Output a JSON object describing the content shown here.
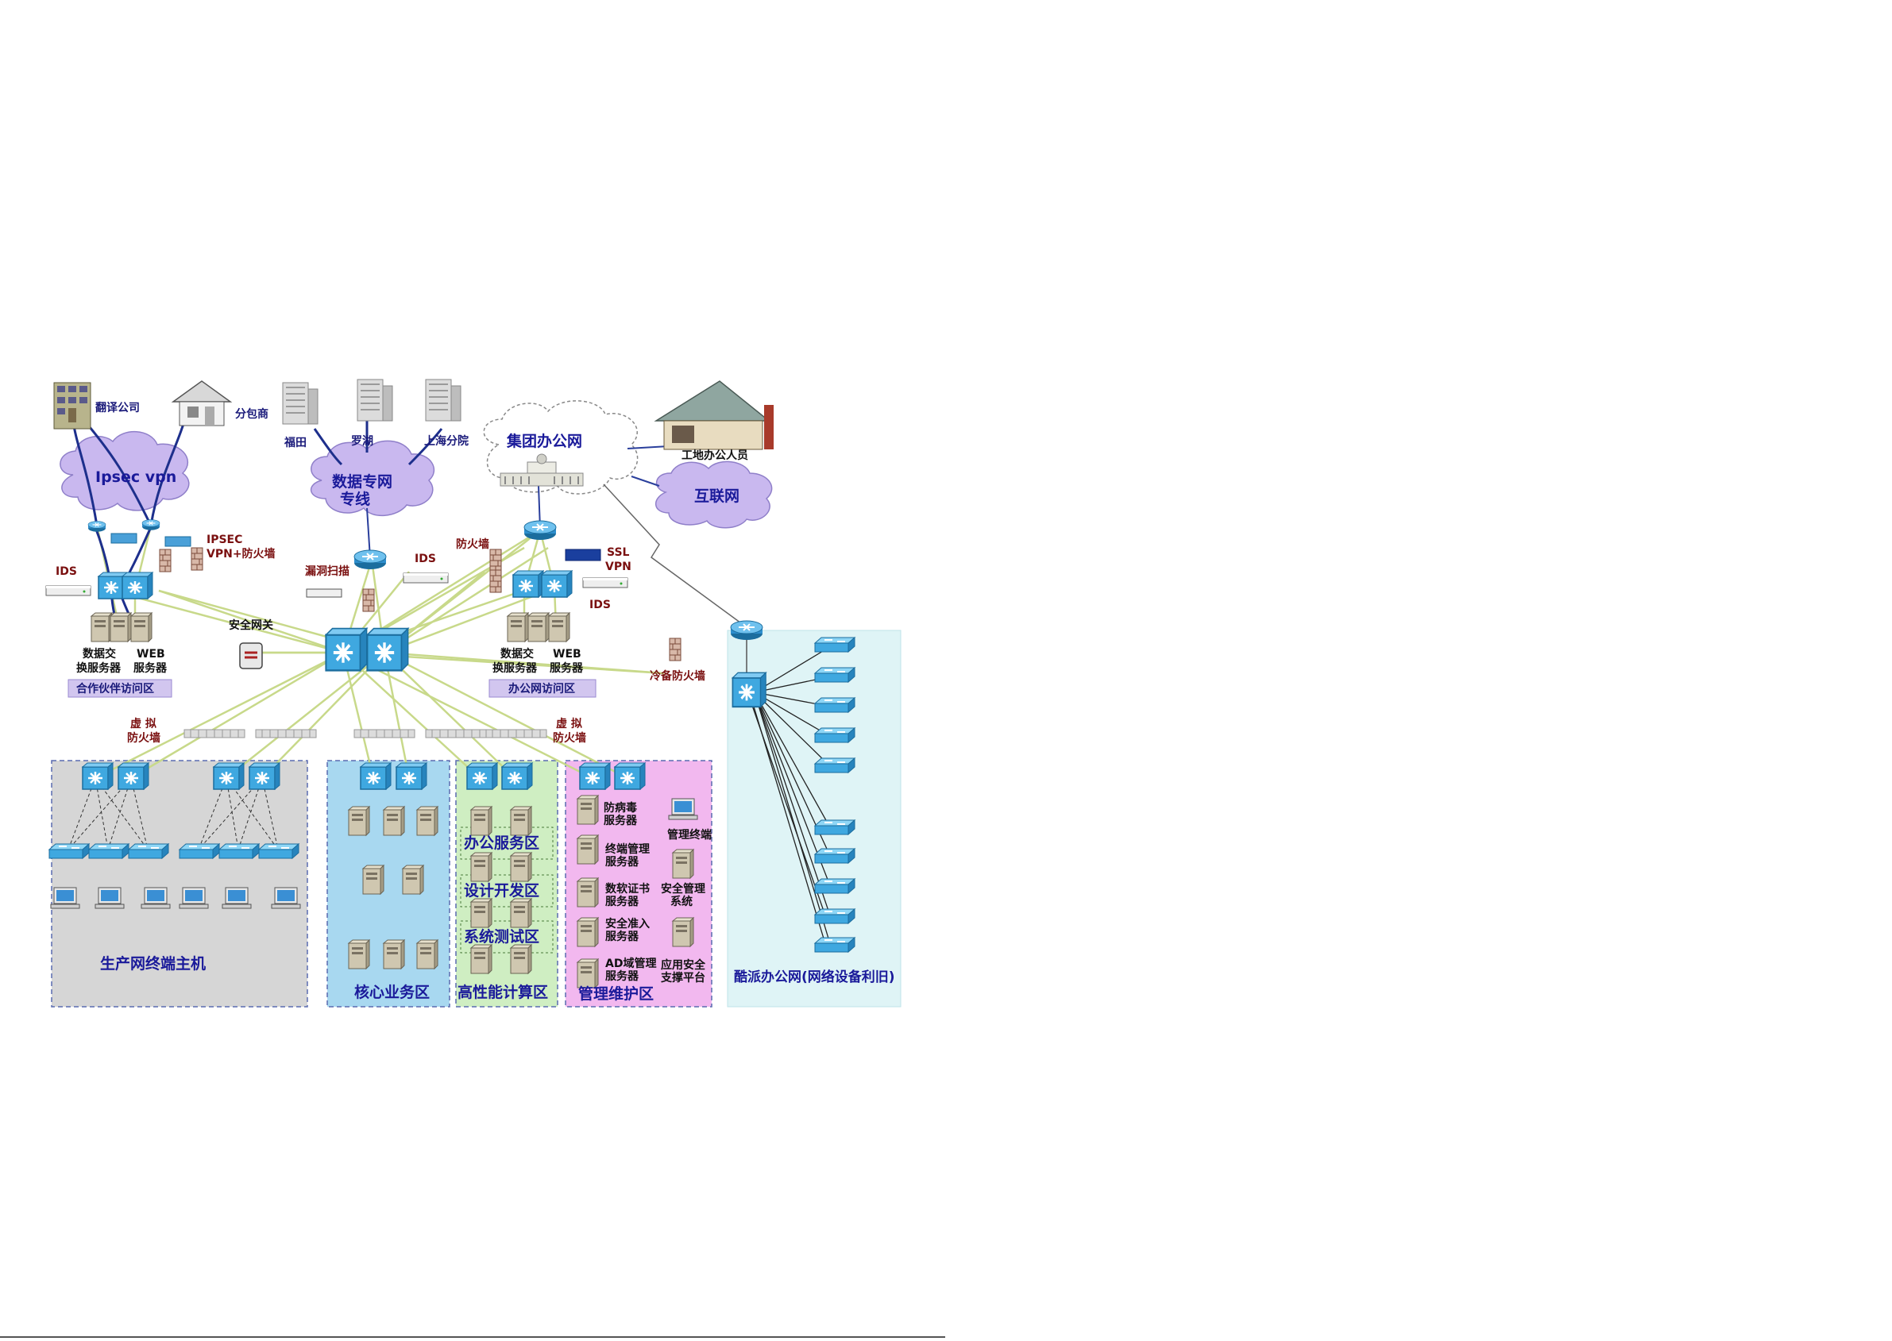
{
  "sites": {
    "translation_company": "翻译公司",
    "subcontractor": "分包商",
    "futian": "福田",
    "luohu": "罗湖",
    "shanghai_branch": "上海分院",
    "site_office_staff": "工地办公人员"
  },
  "clouds": {
    "ipsec_vpn": "Ipsec vpn",
    "data_private_line_1": "数据专网",
    "data_private_line_2": "专线",
    "group_office_net": "集团办公网",
    "internet": "互联网"
  },
  "devices": {
    "ipsec_fw_1": "IPSEC",
    "ipsec_fw_2": "VPN+防火墙",
    "ids_left": "IDS",
    "ids_center": "IDS",
    "ids_right": "IDS",
    "vuln_scan": "漏洞扫描",
    "firewall": "防火墙",
    "ssl_vpn_1": "SSL",
    "ssl_vpn_2": "VPN",
    "security_gateway": "安全网关",
    "cold_standby_fw": "冷备防火墙",
    "virtual_fw_left_1": "虚 拟",
    "virtual_fw_left_2": "防火墙",
    "virtual_fw_right_1": "虚 拟",
    "virtual_fw_right_2": "防火墙",
    "data_exchange_left_1": "数据交",
    "data_exchange_left_2": "换服务器",
    "web_left_1": "WEB",
    "web_left_2": "服务器",
    "data_exchange_right_1": "数据交",
    "data_exchange_right_2": "换服务器",
    "web_right_1": "WEB",
    "web_right_2": "服务器"
  },
  "zones": {
    "partner_access": "合作伙伴访问区",
    "office_access": "办公网访问区",
    "production_terminals": "生产网终端主机",
    "core_business": "核心业务区",
    "hpc": "高性能计算区",
    "hpc_office_service": "办公服务区",
    "hpc_design_dev": "设计开发区",
    "hpc_system_test": "系统测试区",
    "management": "管理维护区",
    "kupai_office": "酷派办公网(网络设备利旧)"
  },
  "management_items": {
    "antivirus_1": "防病毒",
    "antivirus_2": "服务器",
    "terminal_mgmt_1": "终端管理",
    "terminal_mgmt_2": "服务器",
    "digital_cert_1": "数软证书",
    "digital_cert_2": "服务器",
    "security_access_1": "安全准入",
    "security_access_2": "服务器",
    "ad_domain_1": "AD域管理",
    "ad_domain_2": "服务器",
    "mgmt_terminal": "管理终端",
    "security_mgmt_1": "安全管理",
    "security_mgmt_2": "系统",
    "app_security_1": "应用安全",
    "app_security_2": "支撑平台"
  },
  "colors": {
    "link_green": "#c8d98a",
    "link_blue": "#1d2f8c",
    "cloud_fill": "#c9b8ef",
    "production_zone": "#d6d6d6",
    "core_zone": "#a8d8f0",
    "hpc_zone": "#cfeec2",
    "mgmt_zone": "#f2b8ef",
    "kupai_zone": "#dff4f6",
    "switch_blue": "#3fa8e0"
  }
}
